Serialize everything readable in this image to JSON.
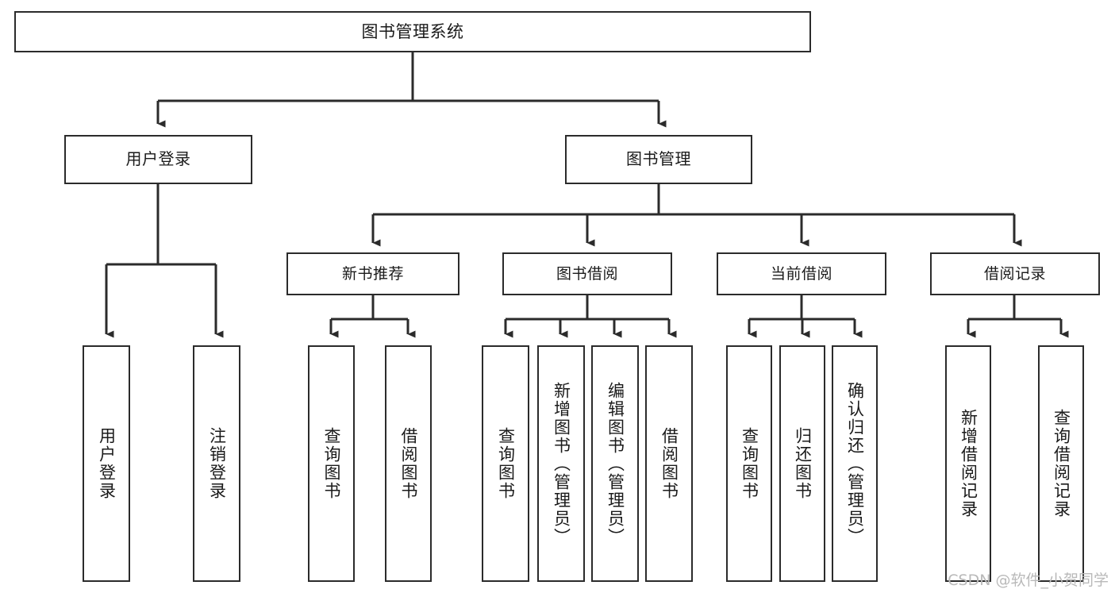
{
  "diagram": {
    "title": "图书管理系统",
    "type": "tree-hierarchy",
    "watermark": "CSDN @软件_小贺同学",
    "colors": {
      "box_border": "#2b2b2b",
      "box_fill": "#ffffff",
      "connector": "#2b2b2b",
      "text": "#1a1a1a",
      "watermark": "#b9b9b9",
      "background": "#ffffff"
    },
    "nodes": {
      "root": {
        "label": "图书管理系统"
      },
      "level2": [
        {
          "id": "user-login",
          "label": "用户登录"
        },
        {
          "id": "book-management",
          "label": "图书管理"
        }
      ],
      "level3": [
        {
          "id": "new-book-recommend",
          "label": "新书推荐"
        },
        {
          "id": "book-borrow",
          "label": "图书借阅"
        },
        {
          "id": "current-borrow",
          "label": "当前借阅"
        },
        {
          "id": "borrow-record",
          "label": "借阅记录"
        }
      ],
      "leaves": {
        "user-login": [
          {
            "id": "leaf-user-login",
            "label": "用户登录"
          },
          {
            "id": "leaf-logout-login",
            "label": "注销登录"
          }
        ],
        "new-book-recommend": [
          {
            "id": "leaf-query-book-1",
            "label": "查询图书"
          },
          {
            "id": "leaf-borrow-book-1",
            "label": "借阅图书"
          }
        ],
        "book-borrow": [
          {
            "id": "leaf-query-book-2",
            "label": "查询图书"
          },
          {
            "id": "leaf-add-book",
            "label": "新增图书（管理员）"
          },
          {
            "id": "leaf-edit-book",
            "label": "编辑图书（管理员）"
          },
          {
            "id": "leaf-borrow-book-2",
            "label": "借阅图书"
          }
        ],
        "current-borrow": [
          {
            "id": "leaf-query-book-3",
            "label": "查询图书"
          },
          {
            "id": "leaf-return-book",
            "label": "归还图书"
          },
          {
            "id": "leaf-confirm-return",
            "label": "确认归还（管理员）"
          }
        ],
        "borrow-record": [
          {
            "id": "leaf-add-record",
            "label": "新增借阅记录"
          },
          {
            "id": "leaf-query-record",
            "label": "查询借阅记录"
          }
        ]
      }
    }
  }
}
